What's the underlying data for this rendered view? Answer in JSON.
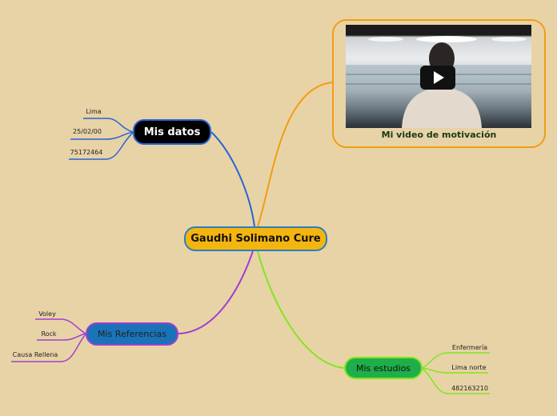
{
  "title": "Gaudhi Solimano Cure",
  "branches": {
    "datos": {
      "label": "Mis datos",
      "items": [
        "Lima",
        "25/02/00",
        "75172464"
      ]
    },
    "referencias": {
      "label": "Mis Referencias",
      "items": [
        "Voley",
        "Rock",
        "Causa Rellena"
      ]
    },
    "estudios": {
      "label": "Mis estudios",
      "items": [
        "Enfermería",
        "Lima norte",
        "482163210"
      ]
    },
    "video": {
      "caption": "Mi video de motivación"
    }
  },
  "colors": {
    "background": "#e8d3a6",
    "center_fill": "#f5b50f",
    "datos_line": "#2a63d4",
    "referencias_line": "#a23ed1",
    "estudios_line": "#80e621",
    "video_line": "#f39c12"
  }
}
